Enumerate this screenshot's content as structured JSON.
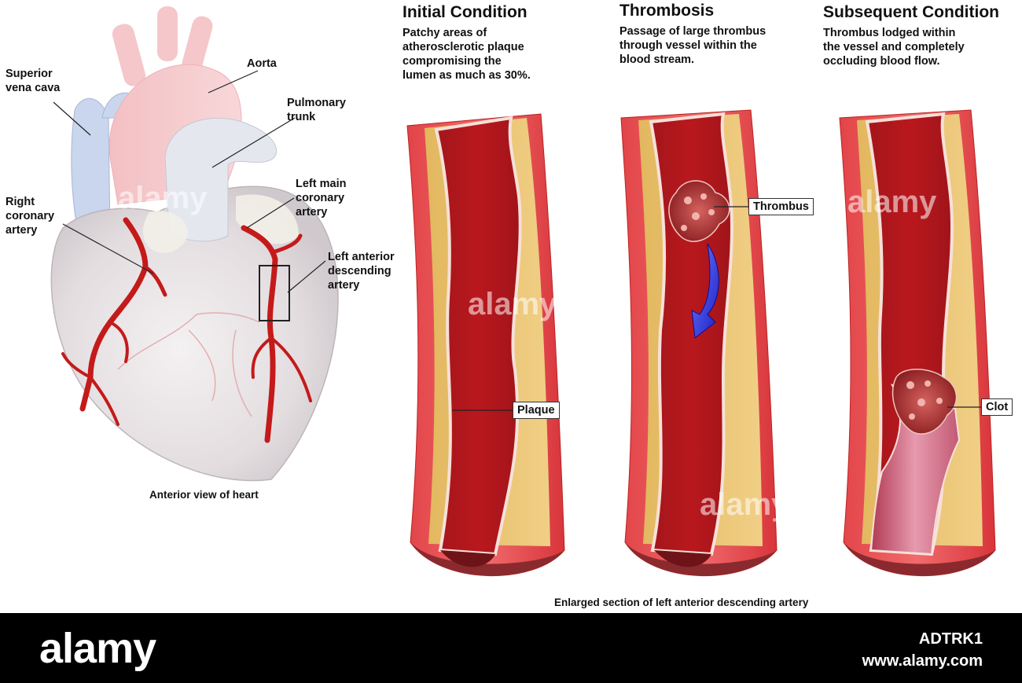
{
  "heart": {
    "labels": {
      "superior_vena_cava": "Superior\nvena cava",
      "aorta": "Aorta",
      "pulmonary_trunk": "Pulmonary\ntrunk",
      "right_coronary": "Right\ncoronary\nartery",
      "left_main_coronary": "Left main\ncoronary\nartery",
      "lad": "Left anterior\ndescending\nartery"
    },
    "caption": "Anterior view of heart"
  },
  "panels": [
    {
      "title": "Initial Condition",
      "description": "Patchy areas of\natherosclerotic plaque\ncompromising the\nlumen as much as 30%.",
      "callout": "Plaque"
    },
    {
      "title": "Thrombosis",
      "description": "Passage of large thrombus\nthrough vessel within the\nblood stream.",
      "callout": "Thrombus"
    },
    {
      "title": "Subsequent Condition",
      "description": "Thrombus lodged within\nthe vessel and completely\noccluding blood flow.",
      "callout": "Clot"
    }
  ],
  "section_caption": "Enlarged section of left anterior descending artery",
  "watermark": {
    "text": "alamy"
  },
  "footer": {
    "logo": "alamy",
    "image_id": "ADTRK1",
    "url": "www.alamy.com"
  }
}
